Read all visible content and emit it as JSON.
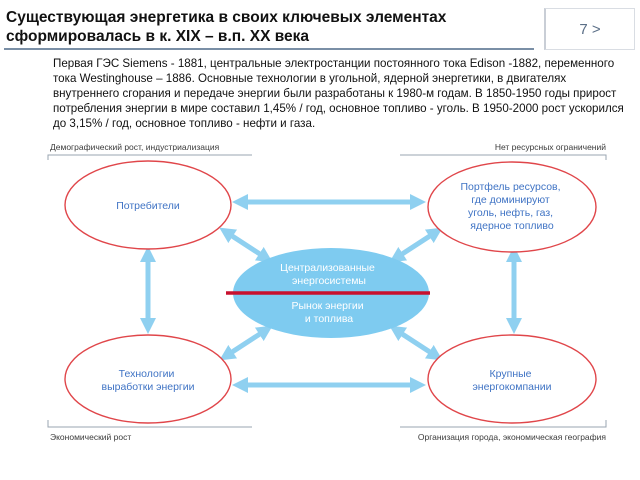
{
  "slide": {
    "title_line1": "Существующая энергетика в своих ключевых элементах",
    "title_line2": "сформировалась в к. XIX – в.п. XX века",
    "page_label": "7 >",
    "body": "Первая ГЭС Siemens -  1881, центральные электростанции постоянного тока Edison  -1882, переменного тока Westinghouse – 1886.  Основные технологии в угольной, ядерной энергетики, в двигателях внутреннего сгорания и передаче энергии были разработаны к 1980-м годам. В 1850-1950 годы прирост потребления энергии в мире составил 1,45% / год, основное топливо - уголь. В 1950-2000 рост ускорился до 3,15% / год, основное топливо - нефти и газа."
  },
  "diagram": {
    "corners": {
      "top_left": "Демографический рост, индустриализация",
      "top_right": "Нет ресурсных ограничений",
      "bottom_left": "Экономический рост",
      "bottom_right": "Организация города, экономическая география"
    },
    "nodes": {
      "consumers": [
        "Потребители"
      ],
      "portfolio": [
        "Портфель ресурсов,",
        "где доминируют",
        "уголь, нефть, газ,",
        "ядерное топливо"
      ],
      "technologies": [
        "Технологии",
        "выработки энергии"
      ],
      "companies": [
        "Крупные",
        "энергокомпании"
      ],
      "center_top": [
        "Централизованные",
        "энергосистемы"
      ],
      "center_bottom": [
        "Рынок энергии",
        "и топлива"
      ]
    },
    "colors": {
      "ellipse_outline": "#e0464a",
      "center_fill": "#7ecbf0",
      "arrow": "#8fd0f0",
      "divider": "#c8102e",
      "corner_line": "#9aa4b0"
    }
  }
}
